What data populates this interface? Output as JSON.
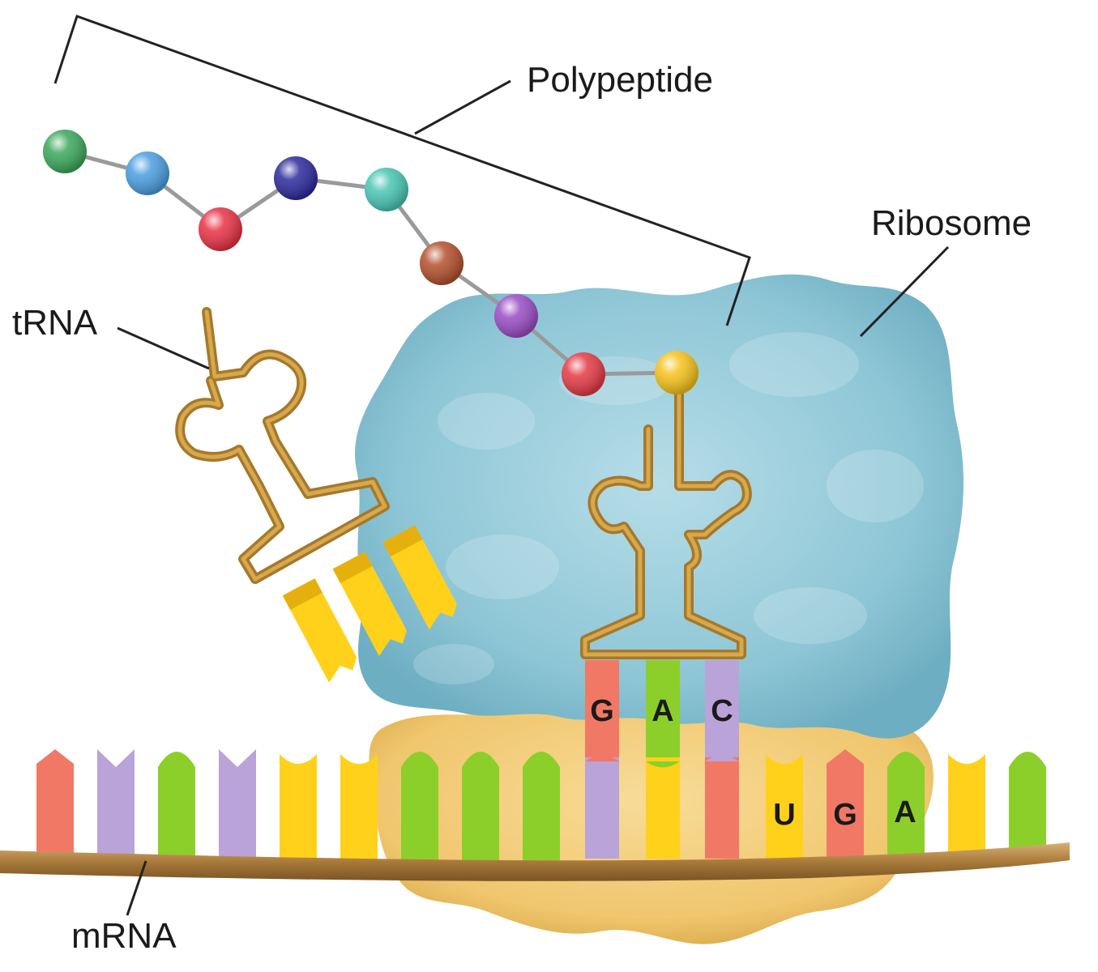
{
  "labels": {
    "polypeptide": "Polypeptide",
    "ribosome": "Ribosome",
    "trna": "tRNA",
    "mrna": "mRNA"
  },
  "anticodon": [
    "G",
    "A",
    "C"
  ],
  "codon_letters": [
    "C",
    "U",
    "G",
    "U",
    "G",
    "A"
  ],
  "colors": {
    "ribosome_large": "#8ec6d6",
    "ribosome_small": "#f1c874",
    "mrna_backbone": "#a87a3a",
    "trna": "#a5782c",
    "base_A": "#f27866",
    "base_U": "#ffd11a",
    "base_G": "#8ccf2a",
    "base_C": "#b9a3d8"
  },
  "amino_acid_colors": [
    "#3ca85c",
    "#4a9ee0",
    "#e83244",
    "#2c2a9c",
    "#48c6b4",
    "#b4502c",
    "#9a4cc4",
    "#e43a44",
    "#f6c21a"
  ]
}
